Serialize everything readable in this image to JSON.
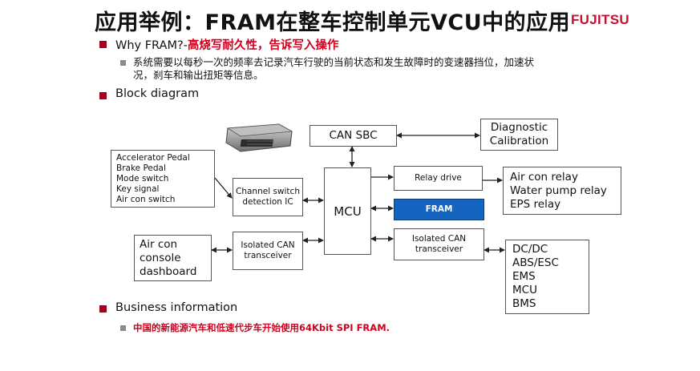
{
  "title": "应用举例：FRAM在整车控制单元VCU中的应用",
  "logo_text": "FUJITSU",
  "bullets": {
    "why_label": "Why FRAM?-",
    "why_highlight": "高烧写耐久性，告诉写入操作",
    "why_sub_line1": "系统需要以每秒一次的频率去记录汽车行驶的当前状态和发生故障时的变速器挡位，加速状",
    "why_sub_line2": "况，刹车和输出扭矩等信息。",
    "block_diagram": "Block diagram",
    "business": "Business information",
    "business_sub": "中国的新能源汽车和低速代步车开始使用64Kbit SPI FRAM."
  },
  "diagram": {
    "inputs": [
      "Accelerator Pedal",
      "Brake Pedal",
      "Mode switch",
      "Key signal",
      "Air con switch"
    ],
    "channel_switch": [
      "Channel switch",
      "detection IC"
    ],
    "aircon_console": [
      "Air con",
      "console",
      "dashboard"
    ],
    "isolated_can_left": [
      "Isolated CAN",
      "transceiver"
    ],
    "mcu": "MCU",
    "can_sbc": "CAN SBC",
    "diagnostic": [
      "Diagnostic",
      "Calibration"
    ],
    "relay_drive": "Relay drive",
    "fram": "FRAM",
    "isolated_can_right": [
      "Isolated CAN",
      "transceiver"
    ],
    "relays": [
      "Air con relay",
      "Water pump relay",
      "EPS relay"
    ],
    "ecus": [
      "DC/DC",
      "ABS/ESC",
      "EMS",
      "MCU",
      "BMS"
    ]
  },
  "colors": {
    "accent_red": "#d1001f",
    "bullet": "#a5001f",
    "fram_fill": "#1565c0"
  }
}
